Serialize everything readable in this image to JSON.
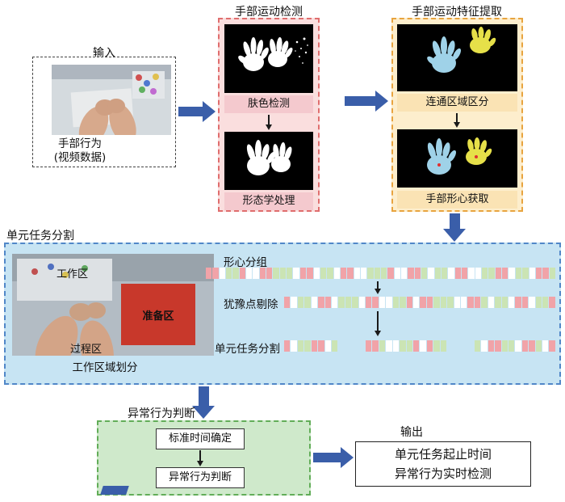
{
  "colors": {
    "arrow": "#3a5ea9",
    "pink_fill": "#fadede",
    "pink_strip": "#f4c9ce",
    "pink_border": "#e06e6e",
    "orange_fill": "#fdeecd",
    "orange_strip": "#fae3b4",
    "orange_border": "#e8a43f",
    "blue_fill": "#c7e4f3",
    "blue_border": "#5187c8",
    "green_fill": "#cfe9cb",
    "green_border": "#62ad58",
    "seg_pink": "#f1a3a8",
    "seg_green": "#cbe4b4",
    "red_zone": "#c8382b"
  },
  "input": {
    "title": "输入",
    "caption1": "手部行为",
    "caption2": "(视频数据)"
  },
  "detection": {
    "title": "手部运动检测",
    "step1": "肤色检测",
    "step2": "形态学处理"
  },
  "feature": {
    "title": "手部运动特征提取",
    "step1": "连通区域区分",
    "step2": "手部形心获取"
  },
  "segmentation": {
    "title": "单元任务分割",
    "photo": {
      "work_zone": "工作区",
      "prep_zone": "准备区",
      "process_zone": "过程区",
      "caption": "工作区域划分"
    },
    "row1_label": "形心分组",
    "row2_label": "犹豫点剔除",
    "row3_label": "单元任务分割",
    "bar1": "ppwggpwwppgggwppwggwppwwgggpwwppgwggwppwwggppwggwppg",
    "bar2": "pwggwppwgggwppwwggpwppgggwwppgwggwppwggp",
    "bar3": "pwggppwgxxxxppgwwggpwpggxxxxgwppggwppgwp"
  },
  "judgment": {
    "title": "异常行为判断",
    "step1": "标准时间确定",
    "step2": "异常行为判断"
  },
  "output": {
    "title": "输出",
    "line1": "单元任务起止时间",
    "line2": "异常行为实时检测"
  }
}
